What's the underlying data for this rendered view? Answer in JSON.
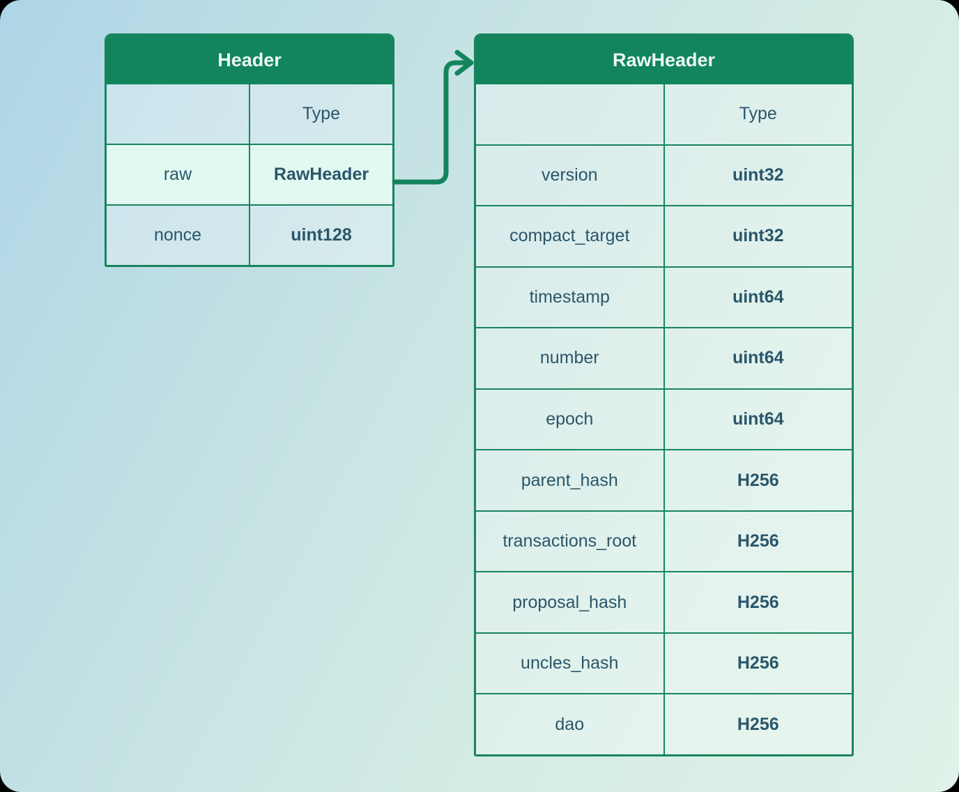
{
  "colors": {
    "title_bar_green": "#12855d",
    "border_green": "#17845c",
    "arrow_green": "#14845c",
    "cell_text": "#2a566b",
    "title_text": "#ecf8f1",
    "highlight_row_bg": "#e1f9f0",
    "background_gradient_start": "#aed5e6",
    "background_gradient_end": "#e0f2e9"
  },
  "left_table": {
    "title": "Header",
    "type_column_header": "Type",
    "rows": [
      {
        "field": "raw",
        "type": "RawHeader",
        "highlighted": true
      },
      {
        "field": "nonce",
        "type": "uint128",
        "highlighted": false
      }
    ]
  },
  "right_table": {
    "title": "RawHeader",
    "type_column_header": "Type",
    "rows": [
      {
        "field": "version",
        "type": "uint32"
      },
      {
        "field": "compact_target",
        "type": "uint32"
      },
      {
        "field": "timestamp",
        "type": "uint64"
      },
      {
        "field": "number",
        "type": "uint64"
      },
      {
        "field": "epoch",
        "type": "uint64"
      },
      {
        "field": "parent_hash",
        "type": "H256"
      },
      {
        "field": "transactions_root",
        "type": "H256"
      },
      {
        "field": "proposal_hash",
        "type": "H256"
      },
      {
        "field": "uncles_hash",
        "type": "H256"
      },
      {
        "field": "dao",
        "type": "H256"
      }
    ]
  },
  "arrow": {
    "from": "Header.raw",
    "to": "RawHeader"
  }
}
